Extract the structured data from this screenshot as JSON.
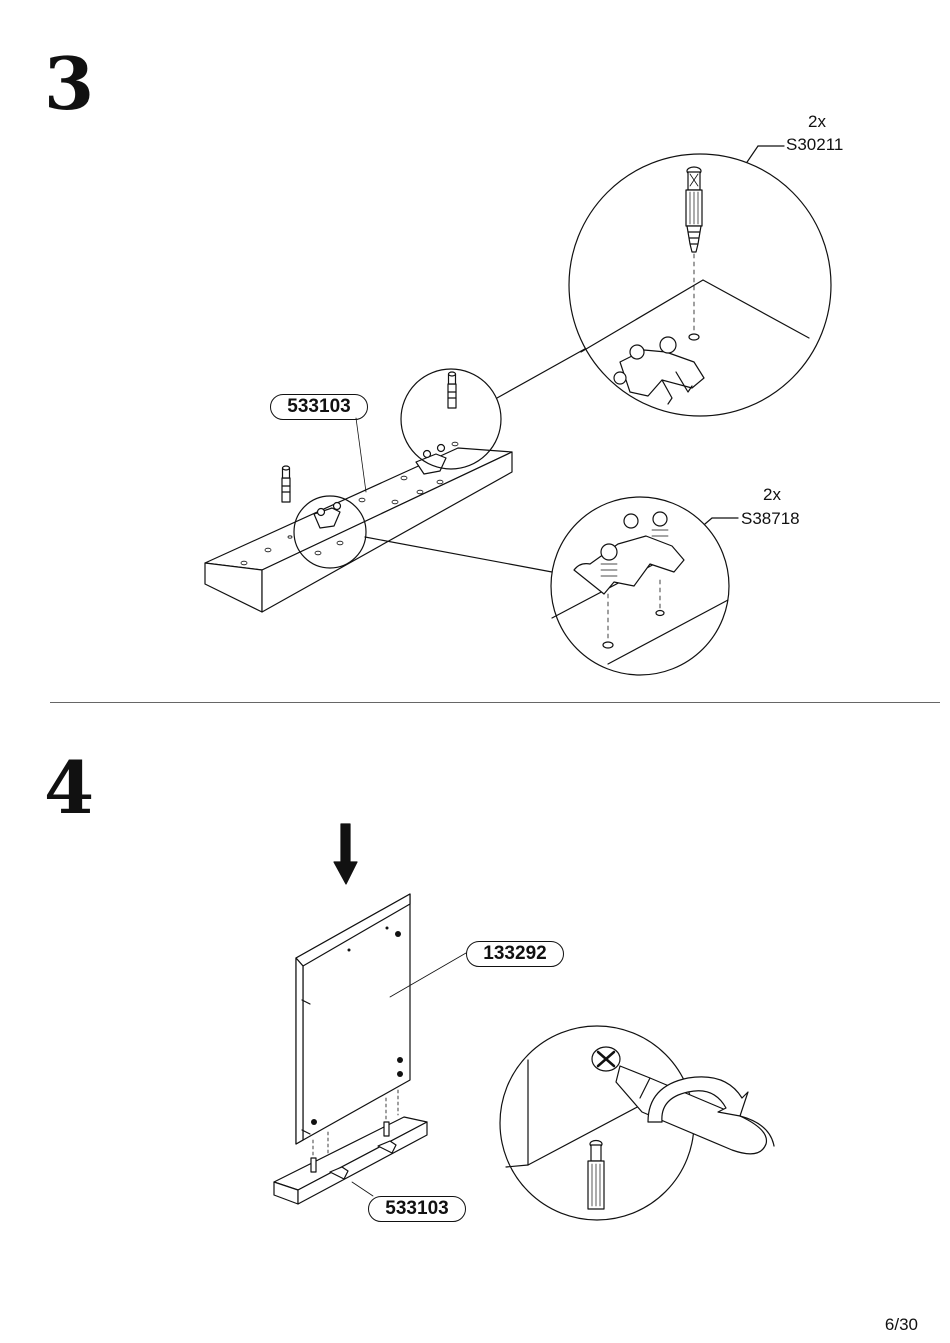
{
  "page": {
    "number": "6/30"
  },
  "steps": [
    {
      "number": "3",
      "panel_part": "533103",
      "callouts": [
        {
          "qty": "2x",
          "code": "S30211",
          "item": "cam-bolt"
        },
        {
          "qty": "2x",
          "code": "S38718",
          "item": "hinge-plate"
        }
      ]
    },
    {
      "number": "4",
      "parts": [
        "133292",
        "533103"
      ],
      "icons": [
        "down-arrow-icon",
        "screwdriver-icon",
        "rotate-clockwise-icon"
      ]
    }
  ]
}
